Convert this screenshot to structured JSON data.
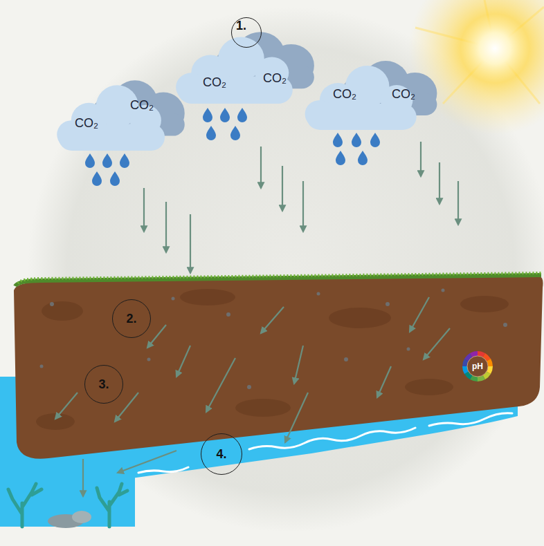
{
  "diagram": {
    "nodes": [
      {
        "text": [
          "CO₂",
          "CO₂"
        ]
      },
      {
        "text": [
          "CO₂",
          "CO₂"
        ]
      },
      {
        "text": [
          "1."
        ],
        "in": 1
      },
      {
        "text": [
          "CO₂",
          "CO₂"
        ]
      },
      {
        "text": [
          "2."
        ]
      },
      {
        "text": [
          "3."
        ]
      },
      {
        "text": [
          "4."
        ]
      },
      {
        "text": [
          "pH"
        ]
      }
    ]
  }
}
